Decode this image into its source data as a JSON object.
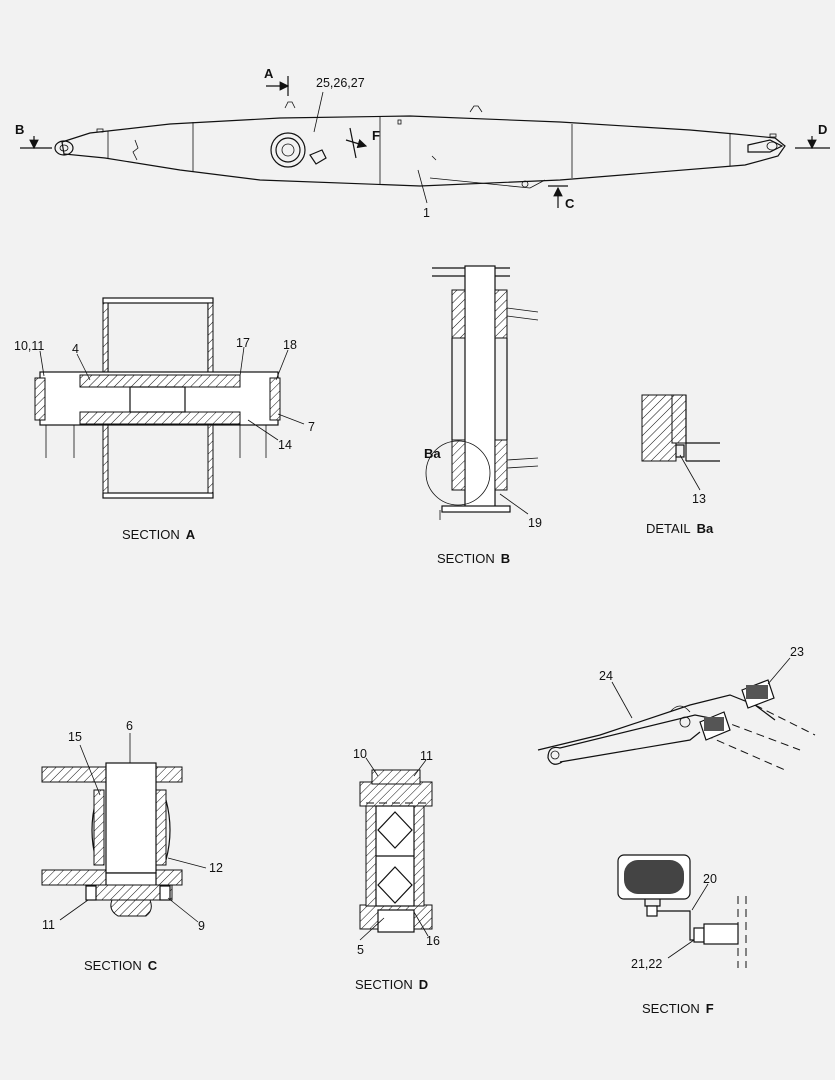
{
  "main_view": {
    "callouts": {
      "c25": "25,26,27",
      "c1": "1"
    },
    "view_markers": {
      "a": "A",
      "b": "B",
      "c": "C",
      "d": "D",
      "f": "F"
    }
  },
  "section_a": {
    "caption_prefix": "SECTION",
    "caption_letter": "A",
    "callouts": {
      "c10": "10,11",
      "c4": "4",
      "c17": "17",
      "c18": "18",
      "c7": "7",
      "c14": "14"
    }
  },
  "section_b": {
    "caption_prefix": "SECTION",
    "caption_letter": "B",
    "callouts": {
      "ba": "Ba",
      "c19": "19"
    }
  },
  "detail_ba": {
    "caption_prefix": "DETAIL",
    "caption_letter": "Ba",
    "callouts": {
      "c13": "13"
    }
  },
  "section_c": {
    "caption_prefix": "SECTION",
    "caption_letter": "C",
    "callouts": {
      "c6": "6",
      "c15": "15",
      "c12": "12",
      "c11": "11",
      "c9": "9"
    }
  },
  "section_d": {
    "caption_prefix": "SECTION",
    "caption_letter": "D",
    "callouts": {
      "c10": "10",
      "c11": "11",
      "c5": "5",
      "c16": "16"
    }
  },
  "arm_view": {
    "callouts": {
      "c24": "24",
      "c23": "23"
    }
  },
  "section_f": {
    "caption_prefix": "SECTION",
    "caption_letter": "F",
    "callouts": {
      "c20": "20",
      "c21": "21,22"
    }
  }
}
